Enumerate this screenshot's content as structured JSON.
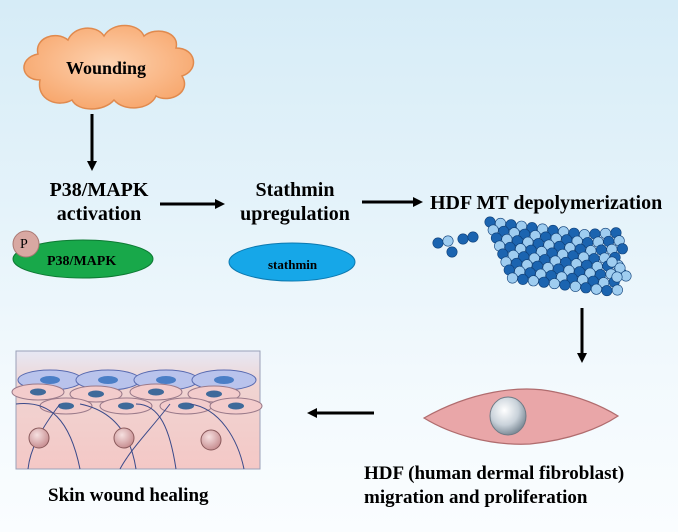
{
  "nodes": {
    "wounding": "Wounding",
    "p38_line1": "P38/MAPK",
    "p38_line2": "activation",
    "p_symbol": "P",
    "p38_protein": "P38/MAPK",
    "stathmin_line1": "Stathmin",
    "stathmin_line2": "upregulation",
    "stathmin_protein": "stathmin",
    "depolymerization": "HDF MT depolymerization",
    "hdf_line1": "HDF (human dermal fibroblast)",
    "hdf_line2": "migration and proliferation",
    "healing": "Skin wound healing"
  },
  "colors": {
    "cloud": "#f7a56a",
    "p38_oval": "#18a84a",
    "p_circle": "#d8a8a2",
    "stathmin_oval": "#16a7e8",
    "microtubule_dark": "#1b64b0",
    "microtubule_light": "#9fcdf0",
    "fibroblast": "#e9a6a8",
    "skin_cells": "#f3cccc",
    "skin_nuclei": "#4a7ec6"
  }
}
